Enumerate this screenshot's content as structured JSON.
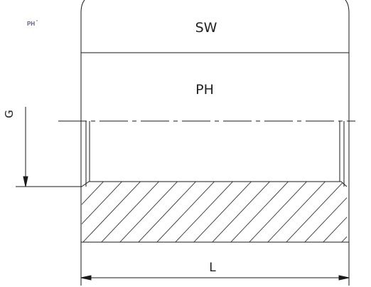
{
  "logo": {
    "text": "PH",
    "mark": "°"
  },
  "labels": {
    "sw": "SW",
    "ph": "PH",
    "g": "G",
    "l": "L"
  },
  "colors": {
    "line": "#1a1a1a",
    "hatch": "#333333",
    "logo": "#5a5a8a"
  }
}
